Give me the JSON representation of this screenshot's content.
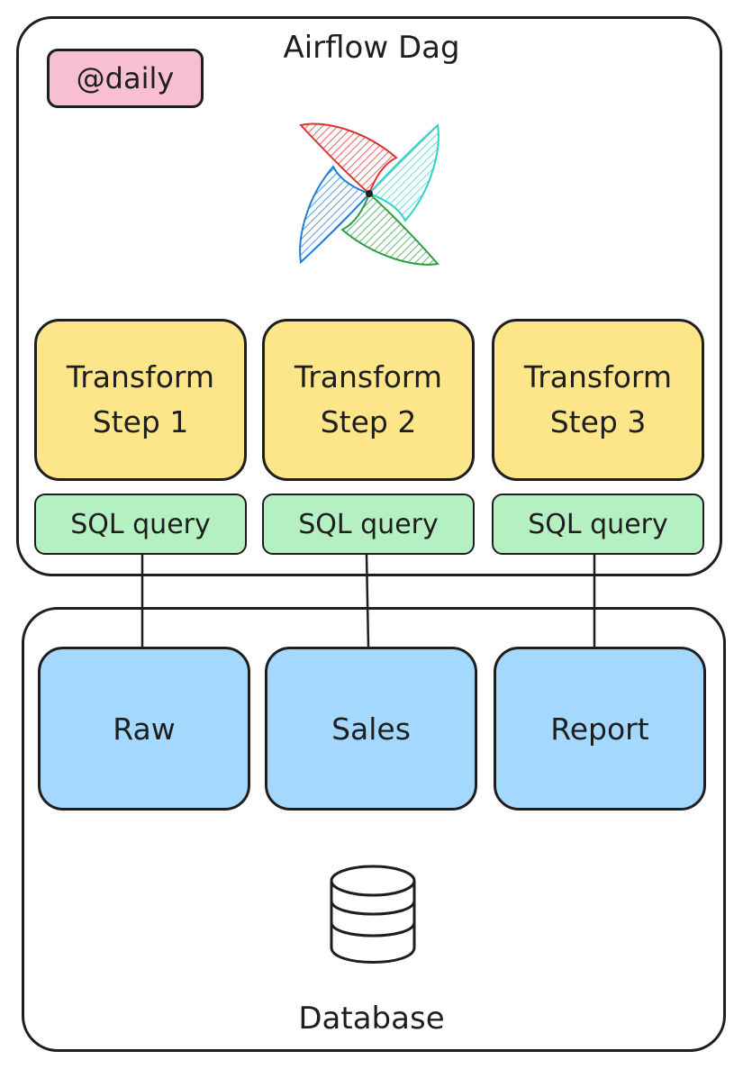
{
  "dag": {
    "title": "Airflow Dag",
    "schedule": "@daily",
    "tasks": [
      {
        "label": "Transform\nStep 1",
        "query": "SQL query"
      },
      {
        "label": "Transform\nStep 2",
        "query": "SQL query"
      },
      {
        "label": "Transform\nStep 3",
        "query": "SQL query"
      }
    ]
  },
  "database": {
    "title": "Database",
    "tables": [
      "Raw",
      "Sales",
      "Report"
    ]
  },
  "colors": {
    "schedule_fill": "#f8bfd4",
    "task_fill": "#fde68a",
    "query_fill": "#b4f0c2",
    "table_fill": "#a5d8ff",
    "stroke": "#1e1e1e",
    "pinwheel_red": "#e03131",
    "pinwheel_cyan": "#2ed3c8",
    "pinwheel_blue": "#1c7ed6",
    "pinwheel_green": "#2f9e44"
  },
  "icons": [
    "airflow-pinwheel-icon",
    "database-cylinder-icon"
  ]
}
